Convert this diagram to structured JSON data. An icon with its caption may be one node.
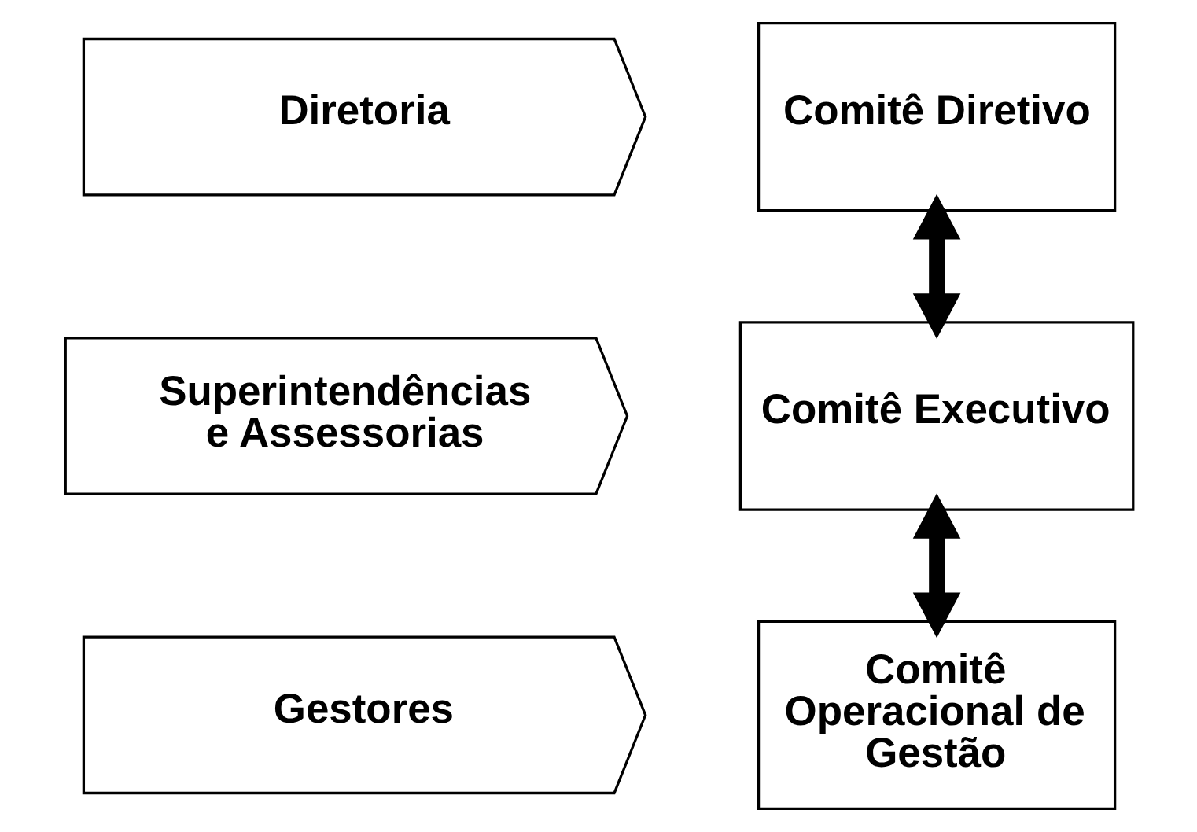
{
  "diagram": {
    "nodes": [
      {
        "text": [
          "Diretoria"
        ]
      },
      {
        "text": [
          "Comitê Diretivo"
        ]
      },
      {
        "text": [
          "Superintendências e Assessorias"
        ]
      },
      {
        "text": [
          "Comitê Executivo"
        ]
      },
      {
        "text": [
          "Gestores"
        ]
      },
      {
        "text": [
          "Comitê Operacional de Gestão"
        ]
      }
    ],
    "edges": [
      {
        "from": 1,
        "to": 3,
        "arrow": "both"
      },
      {
        "from": 3,
        "to": 5,
        "arrow": "both"
      }
    ]
  }
}
